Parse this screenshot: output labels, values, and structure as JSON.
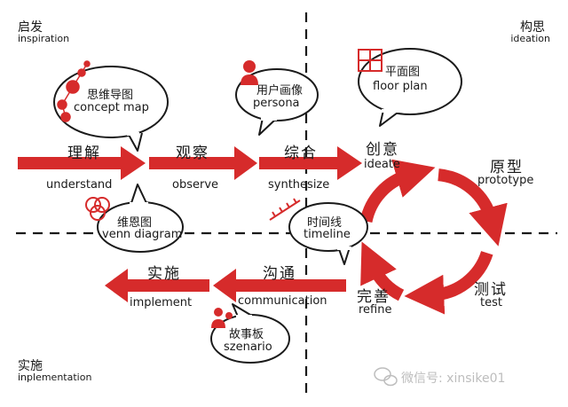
{
  "quadrants": {
    "inspiration": {
      "zh": "启发",
      "en": "inspiration"
    },
    "ideation": {
      "zh": "构思",
      "en": "ideation"
    },
    "implementation": {
      "zh": "实施",
      "en": "inplementation"
    }
  },
  "flow_top": [
    {
      "zh": "理解",
      "en": "understand"
    },
    {
      "zh": "观察",
      "en": "observe"
    },
    {
      "zh": "综合",
      "en": "synthesize"
    }
  ],
  "cycle": [
    {
      "zh": "创意",
      "en": "ideate"
    },
    {
      "zh": "原型",
      "en": "prototype"
    },
    {
      "zh": "测试",
      "en": "test"
    },
    {
      "zh": "完善",
      "en": "refine"
    }
  ],
  "flow_bottom": [
    {
      "zh": "沟通",
      "en": "communication"
    },
    {
      "zh": "实施",
      "en": "implement"
    }
  ],
  "bubbles": {
    "concept_map": {
      "zh": "思维导图",
      "en": "concept map"
    },
    "persona": {
      "zh": "用户画像",
      "en": "persona"
    },
    "floor_plan": {
      "zh": "平面图",
      "en": "floor plan"
    },
    "venn": {
      "zh": "维恩图",
      "en": "venn diagram"
    },
    "timeline": {
      "zh": "时间线",
      "en": "timeline"
    },
    "scenario": {
      "zh": "故事板",
      "en": "szenario"
    }
  },
  "watermark": "微信号: xinsike01",
  "colors": {
    "accent": "#d62b2b",
    "ink": "#1a1a1a",
    "watermark": "#bdbdbd"
  }
}
